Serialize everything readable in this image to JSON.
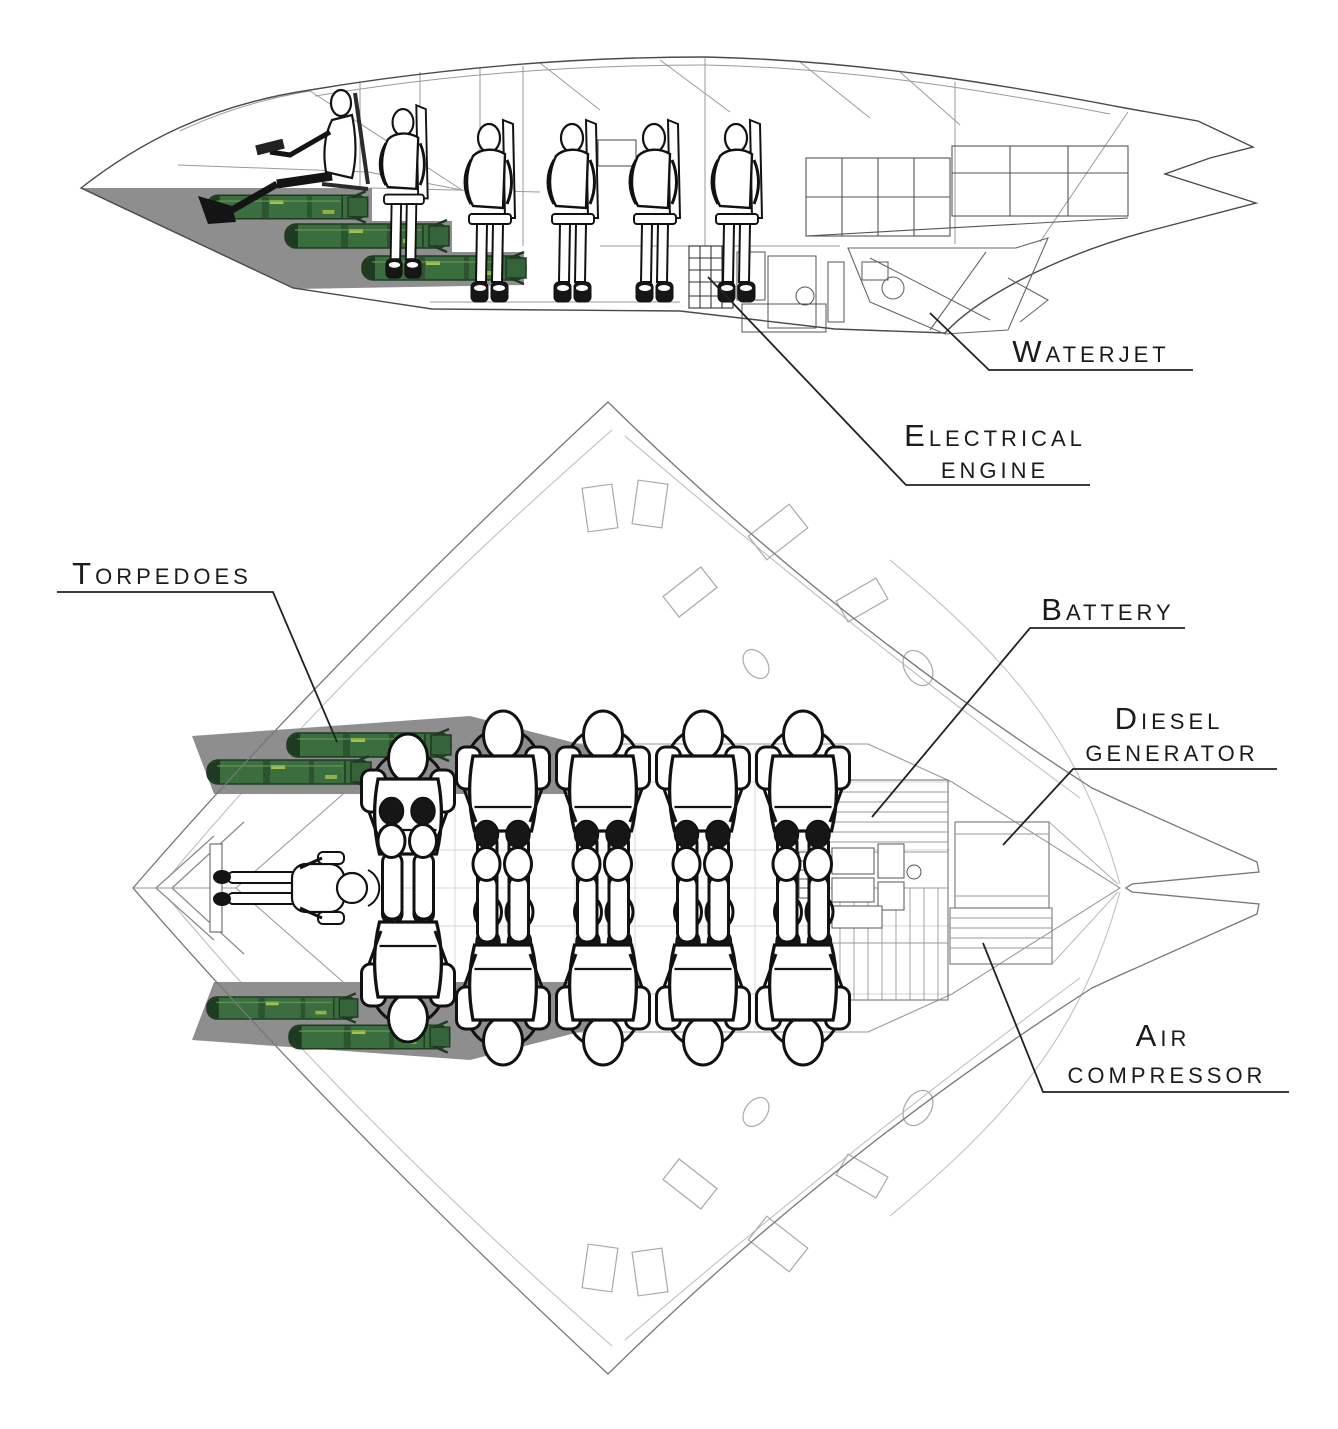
{
  "diagram": {
    "type": "submarine-cutaway-blueprint",
    "views": [
      {
        "id": "side-cutaway",
        "description": "Side cutaway view: pilot, five passenger seats, three torpedoes, electrical engine, waterjet"
      },
      {
        "id": "top-plan",
        "description": "Top plan cutaway view: pilot, ten passenger seats, four torpedoes in wing bays, battery, diesel generator, air compressor"
      }
    ],
    "labels": {
      "torpedoes": {
        "lines": [
          "Torpedoes"
        ]
      },
      "waterjet": {
        "lines": [
          "Waterjet"
        ]
      },
      "electrical_engine": {
        "lines": [
          "Electrical",
          "engine"
        ]
      },
      "battery": {
        "lines": [
          "Battery"
        ]
      },
      "diesel_generator": {
        "lines": [
          "Diesel",
          "generator"
        ]
      },
      "air_compressor": {
        "lines": [
          "Air",
          "compressor"
        ]
      }
    },
    "colors": {
      "background": "#ffffff",
      "torpedo_body": "#3b6e3f",
      "torpedo_dark": "#1e3a21",
      "torpedo_stripe": "#a6c24d",
      "bay_gray": "#8e8e8e",
      "outline_dark": "#4a4a4a",
      "line_mid": "#999999",
      "line_light": "#c8c8c8",
      "label_text": "#1b1b1b"
    }
  }
}
